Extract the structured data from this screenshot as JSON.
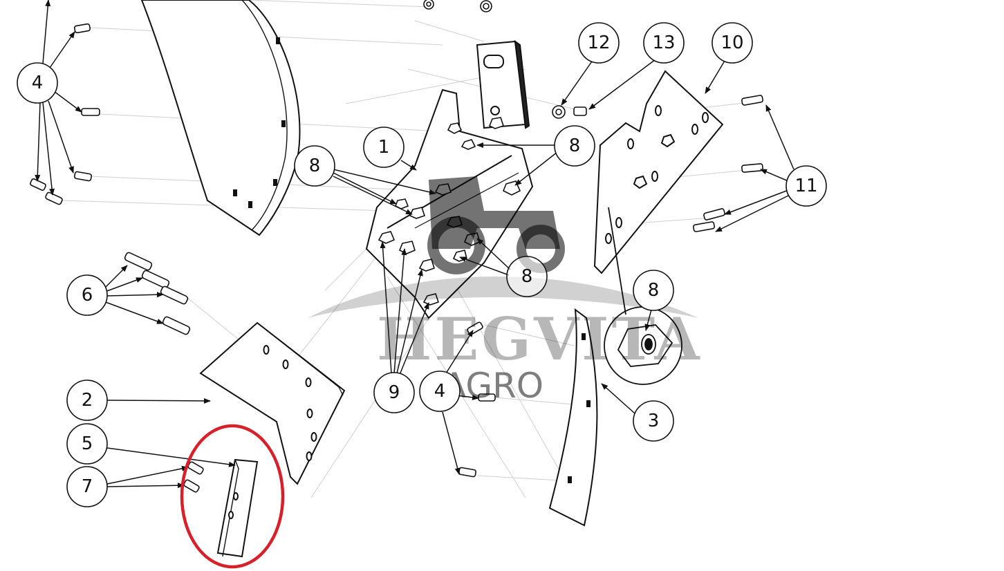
{
  "callouts": {
    "c4a": "4",
    "c6": "6",
    "c2": "2",
    "c5": "5",
    "c7": "7",
    "c1": "1",
    "c8a": "8",
    "c8b": "8",
    "c8c": "8",
    "c8d": "8",
    "c9": "9",
    "c4b": "4",
    "c3": "3",
    "c10": "10",
    "c11": "11",
    "c12": "12",
    "c13": "13"
  },
  "watermark": {
    "brand": "HEGVITA",
    "sub": "AGRO"
  },
  "highlight_color": "#d9202a"
}
